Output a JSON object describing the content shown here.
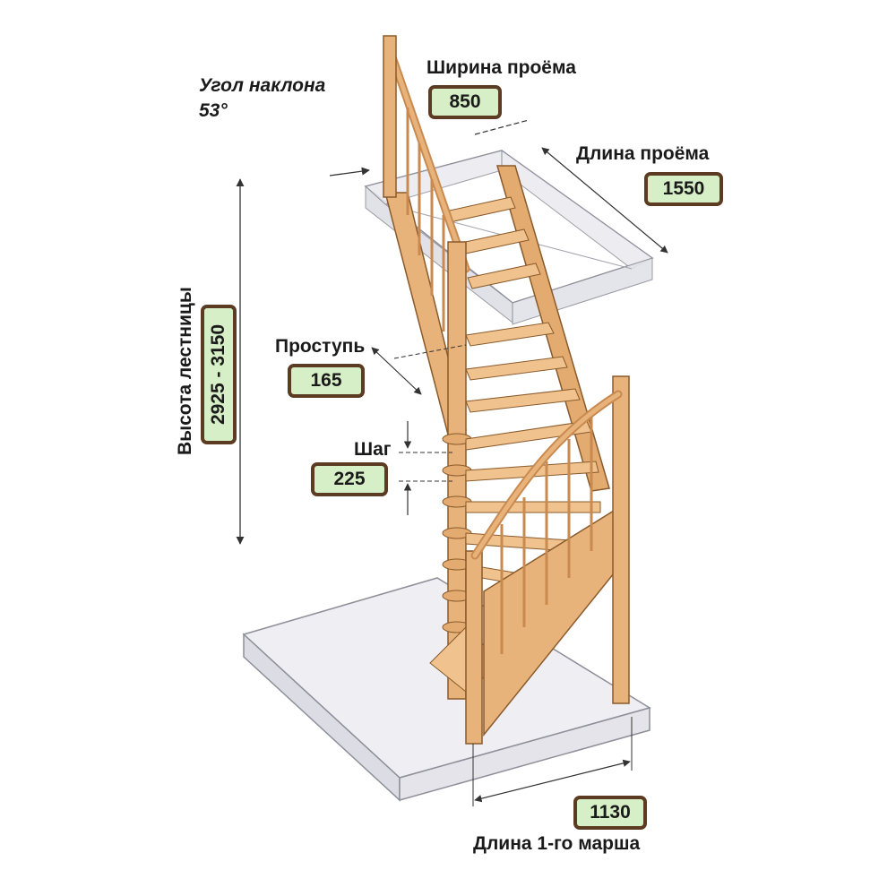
{
  "angle": {
    "label": "Угол наклона",
    "value": "53°"
  },
  "dimensions": {
    "opening_width": {
      "label": "Ширина проёма",
      "value": "850"
    },
    "opening_length": {
      "label": "Длина проёма",
      "value": "1550"
    },
    "tread": {
      "label": "Проступь",
      "value": "165"
    },
    "step": {
      "label": "Шаг",
      "value": "225"
    },
    "stair_height": {
      "label": "Высота лестницы",
      "value": "2925 - 3150"
    },
    "first_flight_length": {
      "label": "Длина 1-го марша",
      "value": "1130"
    }
  },
  "colors": {
    "wood": "#e8b37a",
    "wood_dark": "#c98a50",
    "wood_edge": "#8a5a2b",
    "glass": "#e7e7ee",
    "glass_edge": "#8f8f9a",
    "box_fill": "#d7efc6",
    "box_border": "#5b3b22"
  }
}
